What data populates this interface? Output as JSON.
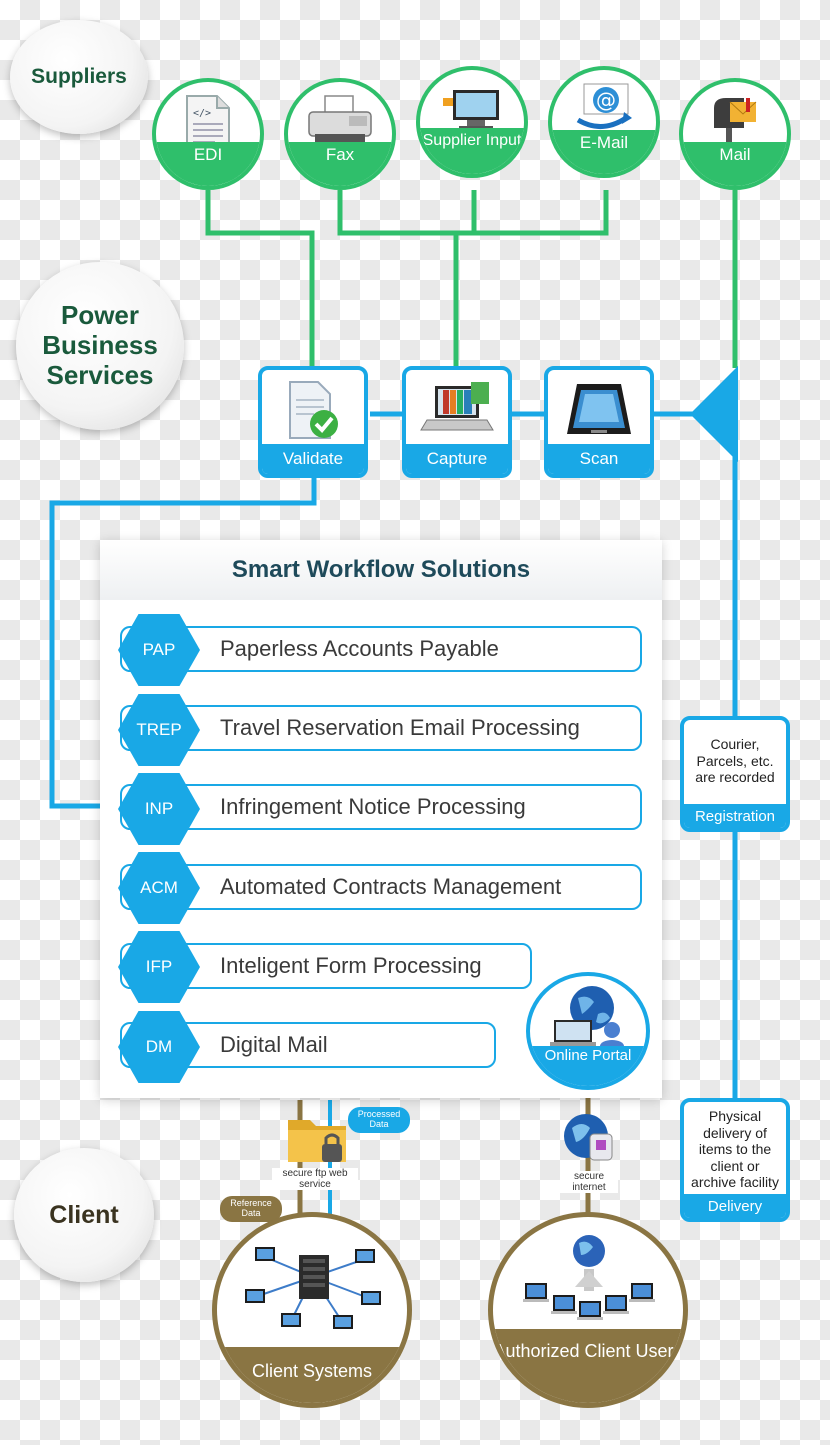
{
  "sections": {
    "suppliers": "Suppliers",
    "power": "Power Business Services",
    "client": "Client"
  },
  "suppliers": [
    {
      "label": "EDI",
      "icon": "edi-document-icon"
    },
    {
      "label": "Fax",
      "icon": "fax-machine-icon"
    },
    {
      "label": "Supplier Input",
      "icon": "monitor-icon"
    },
    {
      "label": "E-Mail",
      "icon": "email-at-icon"
    },
    {
      "label": "Mail",
      "icon": "mailbox-icon"
    }
  ],
  "processes": [
    {
      "label": "Validate",
      "icon": "validate-check-icon"
    },
    {
      "label": "Capture",
      "icon": "laptop-capture-icon"
    },
    {
      "label": "Scan",
      "icon": "scanner-icon"
    }
  ],
  "workflow": {
    "title": "Smart Workflow Solutions",
    "items": [
      {
        "code": "PAP",
        "label": "Paperless Accounts Payable"
      },
      {
        "code": "TREP",
        "label": "Travel Reservation Email Processing"
      },
      {
        "code": "INP",
        "label": "Infringement Notice Processing"
      },
      {
        "code": "ACM",
        "label": "Automated Contracts Management"
      },
      {
        "code": "IFP",
        "label": "Inteligent Form Processing"
      },
      {
        "code": "DM",
        "label": "Digital Mail"
      }
    ]
  },
  "registration": {
    "text": "Courier, Parcels, etc. are recorded",
    "label": "Registration"
  },
  "delivery": {
    "text": "Physical delivery of items to the client or archive facility",
    "label": "Delivery"
  },
  "online_portal": "Online Portal",
  "processed_data": "Processed Data",
  "reference_data": "Reference Data",
  "secure_ftp": "secure ftp web service",
  "secure_internet": "secure internet",
  "client_systems": "Client Systems",
  "authorized_users": "Authorized Client Users",
  "colors": {
    "green": "#2fbf6b",
    "blue": "#19a8e6",
    "brown": "#8a7543",
    "dark_green": "#1a5a3c"
  }
}
